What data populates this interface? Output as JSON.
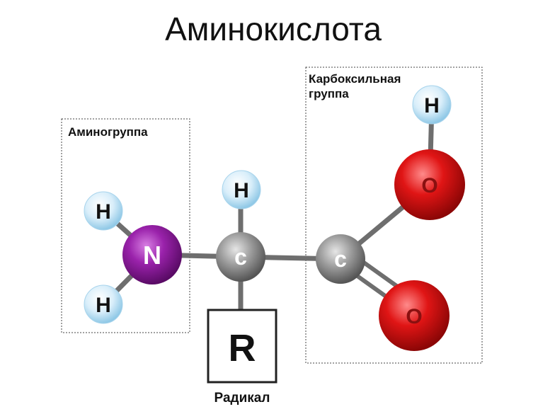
{
  "title": "Аминокислота",
  "groups": {
    "amino": {
      "label": "Аминогруппа"
    },
    "carboxyl": {
      "label_line1": "Карбоксильная",
      "label_line2": "группа"
    },
    "radical": {
      "symbol": "R",
      "label": "Радикал"
    }
  },
  "atoms": {
    "n": {
      "symbol": "N",
      "color": "#8e1a9e"
    },
    "h_amino_top": {
      "symbol": "H",
      "color": "#cfe9f7"
    },
    "h_amino_bottom": {
      "symbol": "H",
      "color": "#cfe9f7"
    },
    "c_alpha": {
      "symbol": "c",
      "color": "#8a8a8a"
    },
    "h_alpha": {
      "symbol": "H",
      "color": "#cfe9f7"
    },
    "c_carboxyl": {
      "symbol": "c",
      "color": "#8a8a8a"
    },
    "o_hydroxyl": {
      "symbol": "O",
      "color": "#d41010"
    },
    "h_hydroxyl": {
      "symbol": "H",
      "color": "#cfe9f7"
    },
    "o_carbonyl": {
      "symbol": "O",
      "color": "#d41010"
    }
  }
}
